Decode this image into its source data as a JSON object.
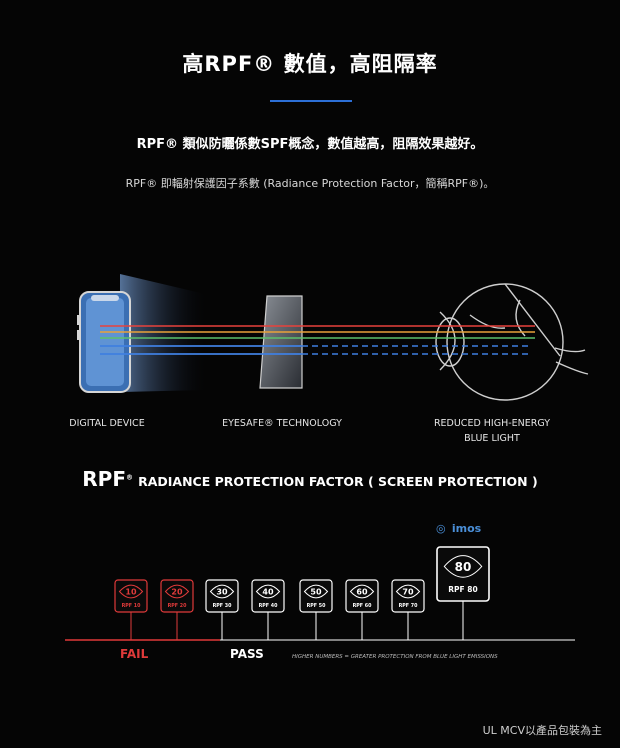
{
  "header": {
    "title": "高RPF® 數值，高阻隔率",
    "subtitle": "RPF® 類似防曬係數SPF概念，數值越高，阻隔效果越好。",
    "description": "RPF® 即輻射保護因子系數 (Radiance Protection Factor，簡稱RPF®)。"
  },
  "diagram": {
    "labels": {
      "device": "DIGITAL DEVICE",
      "eyesafe": "EYESAFE® TECHNOLOGY",
      "reduced_1": "REDUCED HIGH-ENERGY",
      "reduced_2": "BLUE LIGHT"
    },
    "ray_colors": [
      "#e8423c",
      "#e9a23b",
      "#5cc16c",
      "#3f7fe0"
    ]
  },
  "rpf_section": {
    "title_big": "RPF",
    "title_rest": "RADIANCE PROTECTION FACTOR  ( SCREEN PROTECTION )",
    "brand": "imos",
    "badges": [
      {
        "value": "10",
        "label": "RPF 10",
        "status": "fail"
      },
      {
        "value": "20",
        "label": "RPF 20",
        "status": "fail"
      },
      {
        "value": "30",
        "label": "RPF 30",
        "status": "pass"
      },
      {
        "value": "40",
        "label": "RPF 40",
        "status": "pass"
      },
      {
        "value": "50",
        "label": "RPF 50",
        "status": "pass"
      },
      {
        "value": "60",
        "label": "RPF 60",
        "status": "pass"
      },
      {
        "value": "70",
        "label": "RPF 70",
        "status": "pass"
      },
      {
        "value": "80",
        "label": "RPF 80",
        "status": "pass"
      }
    ],
    "fail_label": "FAIL",
    "pass_label": "PASS",
    "note": "HIGHER NUMBERS = GREATER PROTECTION FROM BLUE LIGHT EMISSIONS",
    "colors": {
      "fail": "#e03a3a",
      "pass": "#ffffff"
    }
  },
  "footer": {
    "text": "UL MCV以產品包裝為主"
  }
}
